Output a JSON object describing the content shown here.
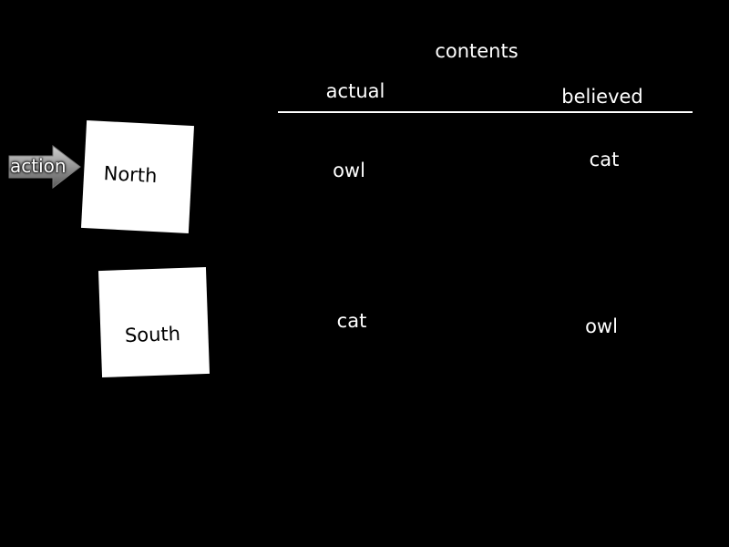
{
  "header": {
    "title": "contents",
    "column_actual": "actual",
    "column_believed": "believed"
  },
  "action_arrow": {
    "label": "action"
  },
  "boxes": [
    {
      "label": "North",
      "actual": "owl",
      "believed": "cat"
    },
    {
      "label": "South",
      "actual": "cat",
      "believed": "owl"
    }
  ],
  "colors": {
    "background": "#000000",
    "text": "#ffffff",
    "box_fill": "#ffffff",
    "box_text": "#000000",
    "arrow_light": "#d0d0d0",
    "arrow_dark": "#5a5a5a"
  }
}
